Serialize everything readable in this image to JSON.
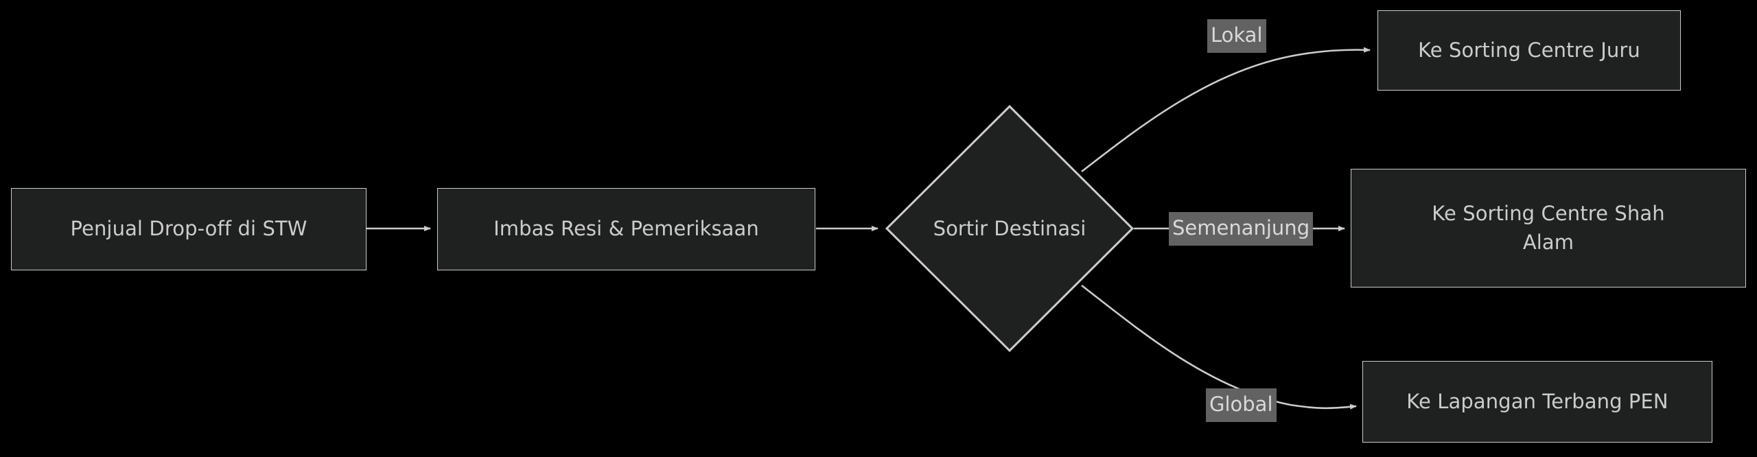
{
  "diagram": {
    "type": "flowchart",
    "direction": "left-to-right",
    "background_color": "#000000",
    "node_fill_color": "#1f2020",
    "node_border_color": "#cccccc",
    "text_color": "#cccccc",
    "edge_color": "#cccccc",
    "edge_label_background_color": "#626262",
    "edge_label_text_color": "#d9d9d9",
    "nodes": [
      {
        "id": "dropoff",
        "label": "Penjual Drop-off di STW",
        "shape": "rectangle"
      },
      {
        "id": "imbas",
        "label": "Imbas Resi & Pemeriksaan",
        "shape": "rectangle"
      },
      {
        "id": "sortir",
        "label": "Sortir Destinasi",
        "shape": "diamond"
      },
      {
        "id": "juru",
        "label": "Ke Sorting Centre Juru",
        "shape": "rectangle"
      },
      {
        "id": "shahalam",
        "label": "Ke Sorting Centre Shah\nAlam",
        "shape": "rectangle"
      },
      {
        "id": "pen",
        "label": "Ke Lapangan Terbang PEN",
        "shape": "rectangle"
      }
    ],
    "edges": [
      {
        "from": "dropoff",
        "to": "imbas",
        "label": ""
      },
      {
        "from": "imbas",
        "to": "sortir",
        "label": ""
      },
      {
        "from": "sortir",
        "to": "juru",
        "label": "Lokal"
      },
      {
        "from": "sortir",
        "to": "shahalam",
        "label": "Semenanjung"
      },
      {
        "from": "sortir",
        "to": "pen",
        "label": "Global"
      }
    ]
  }
}
